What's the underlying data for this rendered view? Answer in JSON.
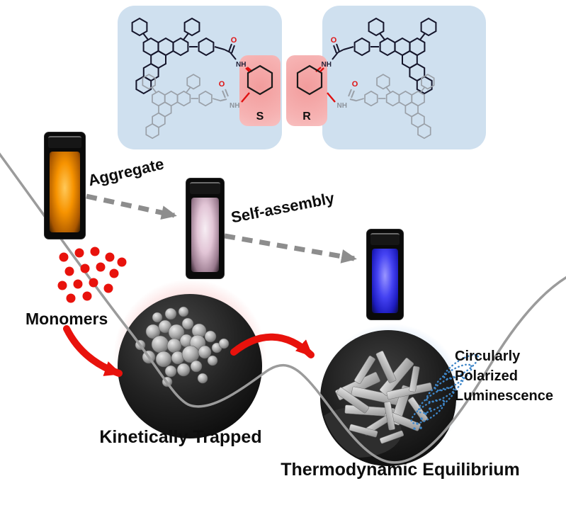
{
  "figure": {
    "linker_labels": {
      "s": "S",
      "r": "R"
    },
    "molecule": {
      "atom_o": "O",
      "atom_nh": "NH"
    },
    "process_labels": {
      "aggregate": "Aggregate",
      "self_assembly": "Self-assembly"
    },
    "state_labels": {
      "monomers": "Monomers",
      "kinetically_trapped": "Kinetically Trapped",
      "thermodynamic_equilibrium": "Thermodynamic Equilibrium"
    },
    "cpl_label": {
      "line1": "Circularly",
      "line2": "Polarized",
      "line3": "Luminescence"
    },
    "colors": {
      "panel_blue": "#cfe0ef",
      "linker_red": "#f5a8a8",
      "accent_red": "#e8120c",
      "curve_gray": "#9b9b9b",
      "arrow_gray": "#8d8d8d",
      "cpl_blue": "#3e86c8",
      "glow_pink": "#f38f8f",
      "glow_blue": "#8cb9eb",
      "cuvette_orange_glow": "#f79300",
      "cuvette_pink_glow": "#e2c5d6",
      "cuvette_blue_glow": "#4442f2"
    }
  }
}
